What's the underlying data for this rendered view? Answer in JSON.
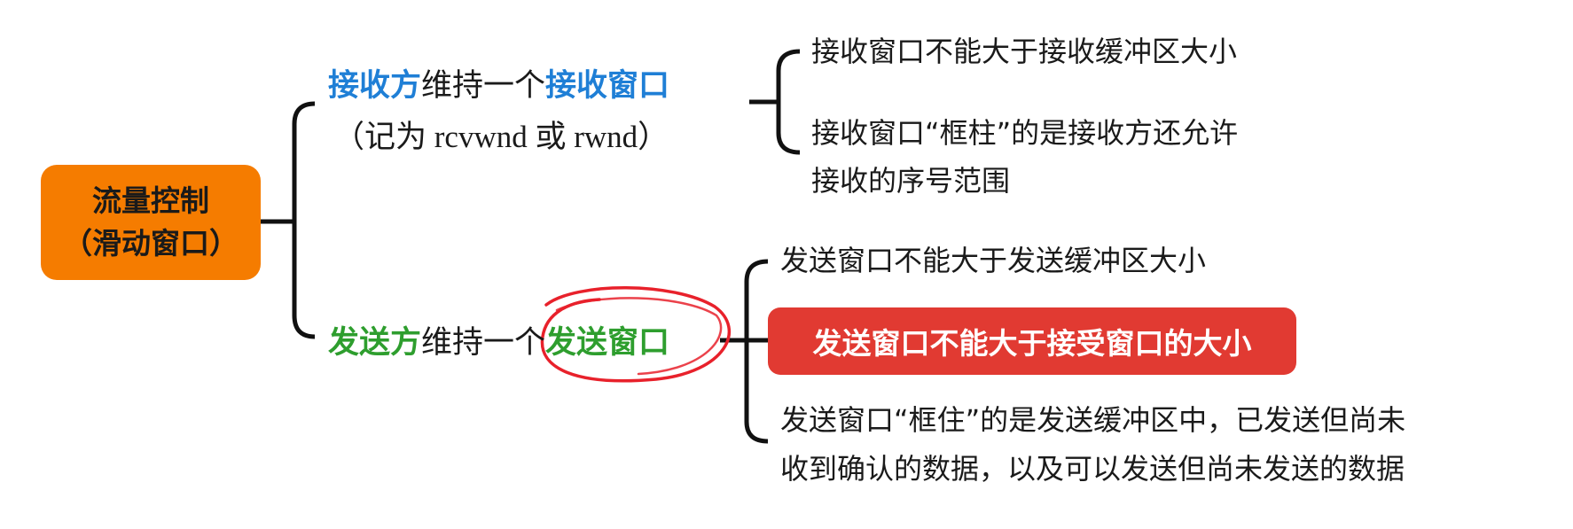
{
  "root": {
    "line1": "流量控制",
    "line2": "（滑动窗口）"
  },
  "receiver": {
    "part1": "接收方",
    "part2": "维持一个",
    "part3": "接收窗口",
    "note": "（记为 rcvwnd 或 rwnd）",
    "leaves": {
      "leaf1": "接收窗口不能大于接收缓冲区大小",
      "leaf2_line1": "接收窗口“框柱”的是接收方还允许",
      "leaf2_line2": "接收的序号范围"
    }
  },
  "sender": {
    "part1": "发送方",
    "part2": "维持一个",
    "part3": "发送窗口",
    "leaves": {
      "leaf1": "发送窗口不能大于发送缓冲区大小",
      "leaf2_highlighted": "发送窗口不能大于接受窗口的大小",
      "leaf3_line1": "发送窗口“框住”的是发送缓冲区中，已发送但尚未",
      "leaf3_line2": "收到确认的数据，以及可以发送但尚未发送的数据"
    }
  },
  "colors": {
    "root_fill": "#f57c00",
    "receiver_accent": "#1f7fd6",
    "sender_accent": "#2e9e2e",
    "highlight_fill": "#e13a32",
    "annotation_circle": "#e8212b"
  }
}
